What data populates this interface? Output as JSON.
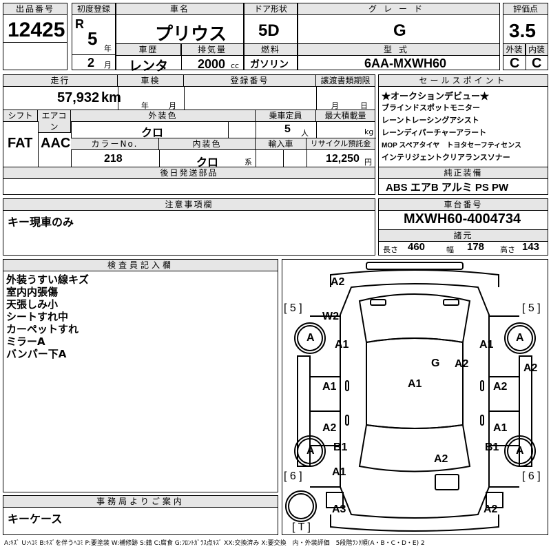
{
  "lot": {
    "label": "出品番号",
    "value": "12425"
  },
  "first_reg": {
    "label": "初度登録",
    "era": "R",
    "year": "5",
    "year_unit": "年",
    "month": "2",
    "month_unit": "月"
  },
  "car_name": {
    "label": "車名",
    "value": "プリウス"
  },
  "doors": {
    "label": "ドア形状",
    "value": "5D"
  },
  "grade": {
    "label": "グレード",
    "value": "G"
  },
  "score": {
    "label": "評価点",
    "value": "3.5",
    "ext_label": "外装",
    "int_label": "内装",
    "ext_value": "C",
    "int_value": "C"
  },
  "history": {
    "label": "車歴",
    "value": "レンタ"
  },
  "displacement": {
    "label": "排気量",
    "value": "2000",
    "unit": "cc"
  },
  "fuel": {
    "label": "燃料",
    "value": "ガソリン"
  },
  "model_code": {
    "label": "型式",
    "value": "6AA-MXWH60"
  },
  "mileage": {
    "label": "走行",
    "value": "57,932",
    "unit": "km"
  },
  "inspection": {
    "label": "車検",
    "year_unit": "年",
    "month_unit": "月"
  },
  "plate": {
    "label": "登録番号"
  },
  "transfer_deadline": {
    "label": "譲渡書類期限",
    "month_unit": "月",
    "day_unit": "日"
  },
  "shift": {
    "label": "シフト",
    "value": "FAT"
  },
  "aircon": {
    "label": "エアコン",
    "value": "AAC"
  },
  "ext_color": {
    "label": "外装色",
    "value": "クロ"
  },
  "capacity": {
    "label": "乗車定員",
    "value": "5",
    "unit": "人"
  },
  "max_load": {
    "label": "最大積載量",
    "unit": "kg"
  },
  "color_no": {
    "label": "カラーNo.",
    "value": "218"
  },
  "int_color": {
    "label": "内装色",
    "value": "クロ",
    "unit": "系"
  },
  "import": {
    "label": "輸入車"
  },
  "recycle": {
    "label": "リサイクル預託金",
    "value": "12,250",
    "unit": "円"
  },
  "later_parts": {
    "label": "後日発送部品"
  },
  "sales_points": {
    "label": "セールスポイント",
    "lines": [
      "★オークションデビュー★",
      "ブラインドスポットモニター",
      "レーントレーシングアシスト",
      "レーンディパーチャーアラート",
      "MOP スペアタイヤ　トヨタセーフティセンス",
      "インテリジェントクリアランスソナー"
    ]
  },
  "equipment": {
    "label": "純正装備",
    "value": "ABS エアB アルミ PS PW"
  },
  "caution": {
    "label": "注意事項欄",
    "value": "キー現車のみ"
  },
  "chassis": {
    "label": "車台番号",
    "value": "MXWH60-4004734"
  },
  "dimensions": {
    "label": "諸元",
    "length_label": "長さ",
    "length": "460",
    "width_label": "幅",
    "width": "178",
    "height_label": "高さ",
    "height": "143"
  },
  "inspector": {
    "label": "検査員記入欄",
    "lines": [
      "外装うすい線キズ",
      "室内内張傷",
      "天張しみ小",
      "シートすれ中",
      "カーペットすれ",
      "ミラーA",
      "バンパー下A"
    ]
  },
  "office": {
    "label": "事務局よりご案内",
    "value": "キーケース"
  },
  "diagram": {
    "tire_labels": [
      "[ 5 ]",
      "[ 5 ]",
      "[ 6 ]",
      "[ 6 ]",
      "[ T ]"
    ],
    "wheel_marks": [
      "A",
      "A",
      "A",
      "A"
    ],
    "marks": [
      "A2",
      "W2",
      "A1",
      "A1",
      "G",
      "A2",
      "A2",
      "A1",
      "A1",
      "A2",
      "A2",
      "A1",
      "B1",
      "B1",
      "A1",
      "A2",
      "A3",
      "A2"
    ]
  },
  "legend": "A:ｷｽﾞ U:ﾍｺﾐ B:ｷｽﾞを伴うﾍｺﾐ P:要塗装 W:補修跡 S:錆 C:腐食 G:ﾌﾛﾝﾄｶﾞﾗｽ点ｷｽﾞ XX:交換済み X:要交換　内・外装評価　5段階ﾗﾝｸ順(A・B・C・D・E) 2"
}
